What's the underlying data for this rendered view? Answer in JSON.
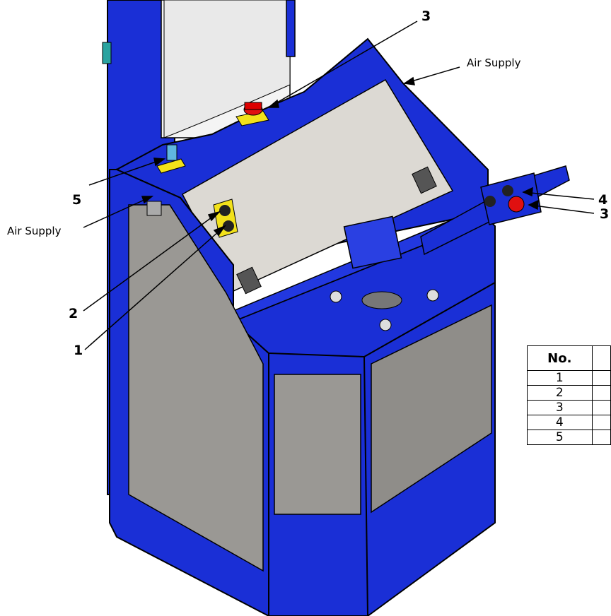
{
  "callouts": [
    {
      "id": "3-top",
      "text": "3"
    },
    {
      "id": "4",
      "text": "4"
    },
    {
      "id": "3-right",
      "text": "3"
    },
    {
      "id": "5",
      "text": "5"
    },
    {
      "id": "2",
      "text": "2"
    },
    {
      "id": "1",
      "text": "1"
    }
  ],
  "labels": {
    "air_supply_top": "Air Supply",
    "air_supply_left": "Air Supply"
  },
  "legend": {
    "header_no": "No.",
    "header_desc": "",
    "rows": [
      "1",
      "2",
      "3",
      "4",
      "5"
    ]
  },
  "colors": {
    "machine_blue": "#1a2fd6",
    "panel_gray": "#9a9894",
    "cover_gray": "#d9d6d0",
    "label_yellow": "#f2e11a",
    "estop_red": "#e01010"
  }
}
